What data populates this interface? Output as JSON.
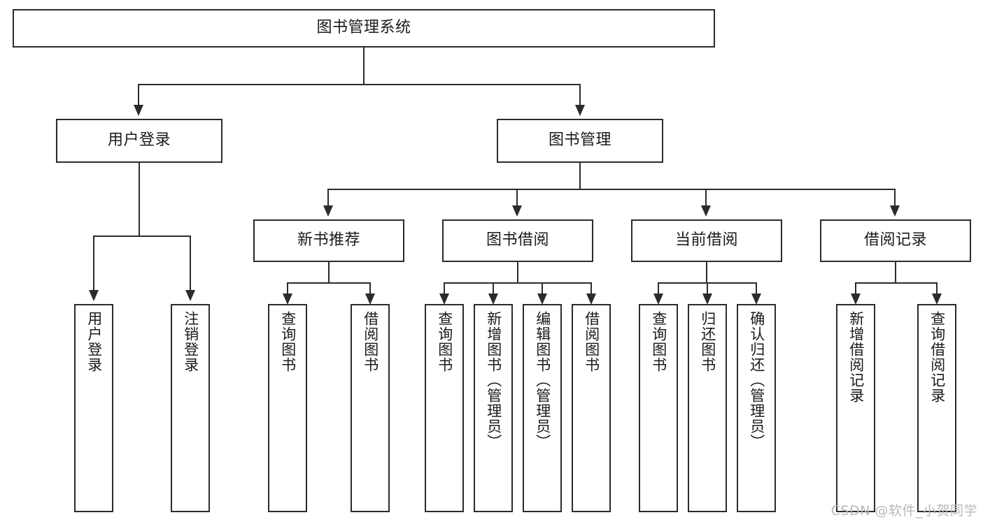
{
  "diagram": {
    "title": "图书管理系统",
    "watermark": "CSDN @软件_小贺同学",
    "nodes": {
      "root": {
        "label": "图书管理系统"
      },
      "user_login": {
        "label": "用户登录"
      },
      "book_manage": {
        "label": "图书管理"
      },
      "new_book_rec": {
        "label": "新书推荐"
      },
      "book_borrow": {
        "label": "图书借阅"
      },
      "current_borrow": {
        "label": "当前借阅"
      },
      "borrow_record": {
        "label": "借阅记录"
      },
      "leaf_user_login": {
        "label": "用户登录"
      },
      "leaf_logout": {
        "label": "注销登录"
      },
      "leaf_query_book_1": {
        "label": "查询图书"
      },
      "leaf_borrow_book_1": {
        "label": "借阅图书"
      },
      "leaf_query_book_2": {
        "label": "查询图书"
      },
      "leaf_add_book_admin": {
        "label": "新增图书（管理员）"
      },
      "leaf_edit_book_admin": {
        "label": "编辑图书（管理员）"
      },
      "leaf_borrow_book_2": {
        "label": "借阅图书"
      },
      "leaf_query_book_3": {
        "label": "查询图书"
      },
      "leaf_return_book": {
        "label": "归还图书"
      },
      "leaf_confirm_return": {
        "label": "确认归还（管理员）"
      },
      "leaf_add_record": {
        "label": "新增借阅记录"
      },
      "leaf_query_record": {
        "label": "查询借阅记录"
      }
    }
  },
  "colors": {
    "stroke": "#2b2b2b",
    "fill": "#ffffff",
    "text": "#1a1a1a",
    "watermark": "#b9b9b9"
  }
}
